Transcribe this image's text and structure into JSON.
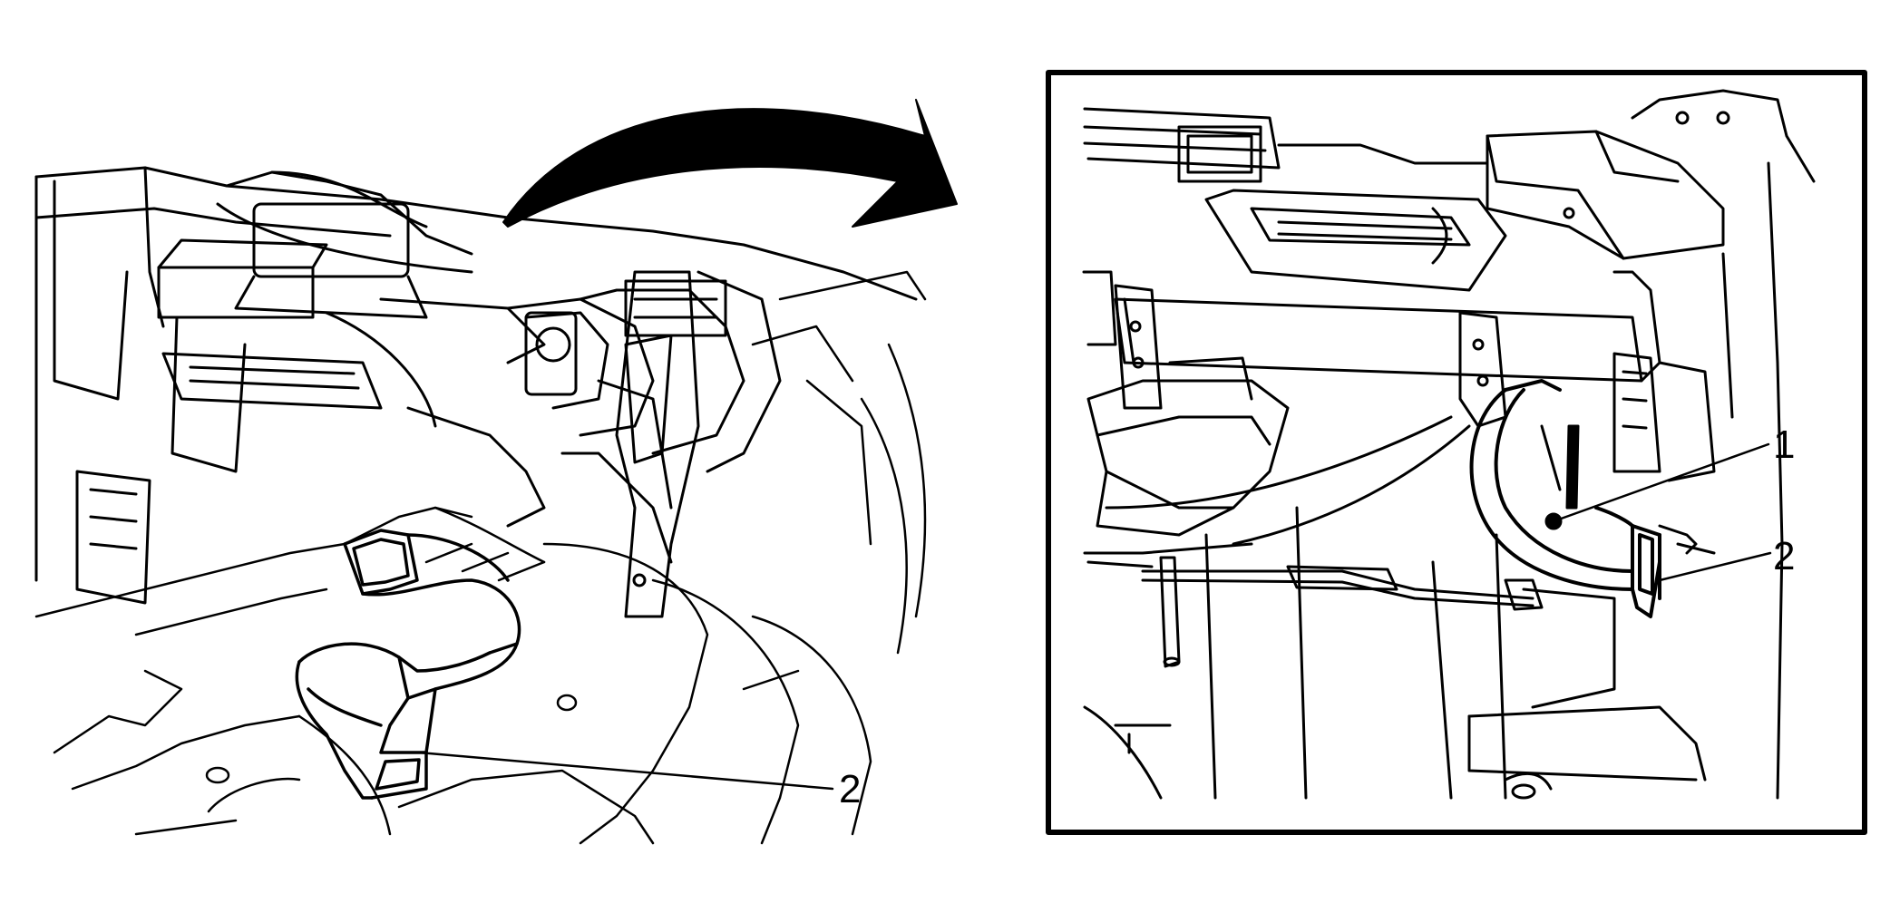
{
  "left_view": {
    "callouts": [
      {
        "label": "2"
      }
    ]
  },
  "right_view": {
    "callouts": [
      {
        "label": "1"
      },
      {
        "label": "2"
      }
    ]
  },
  "colors": {
    "line": "#000000",
    "background": "#ffffff"
  }
}
